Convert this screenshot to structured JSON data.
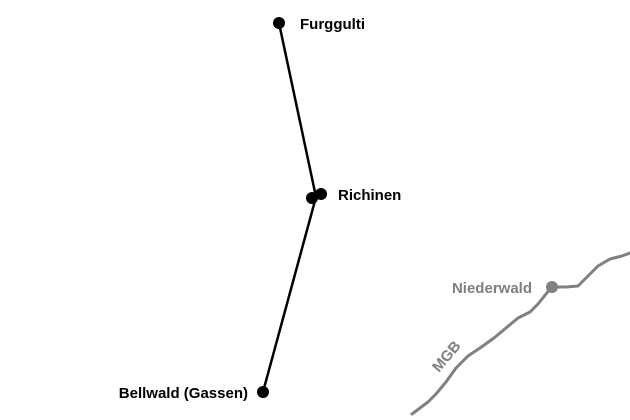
{
  "stations": {
    "furggulti": {
      "label": "Furggulti"
    },
    "richinen": {
      "label": "Richinen"
    },
    "bellwald": {
      "label": "Bellwald (Gassen)"
    },
    "niederwald": {
      "label": "Niederwald"
    }
  },
  "lines": {
    "cableway": {
      "color": "#000000"
    },
    "railway": {
      "label": "MGB",
      "color": "#808080"
    }
  }
}
